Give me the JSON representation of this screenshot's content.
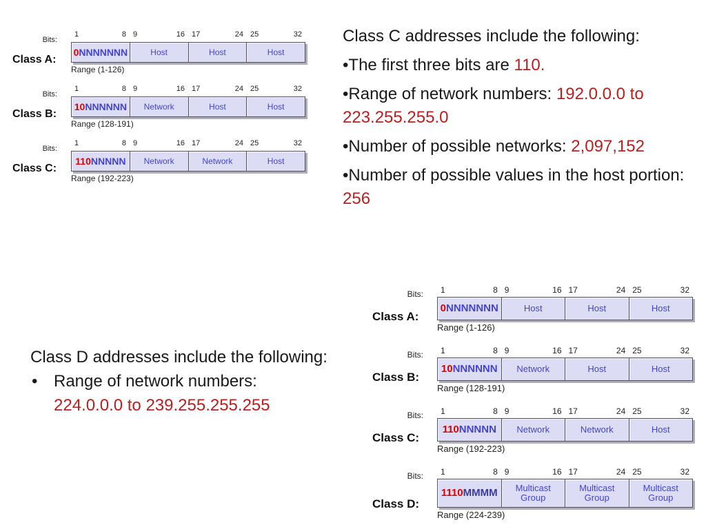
{
  "colors": {
    "red_text": "#bb1f1f",
    "black_text": "#1a1a1a",
    "diagram_red": "#e00000",
    "diagram_blue": "#4444cc",
    "multicast_letter_blue": "#3b3b99",
    "box_fill": "#dcdcf5",
    "box_border": "#50505e"
  },
  "text_blocks": {
    "class_c": {
      "paragraphs": [
        {
          "runs": [
            {
              "text": "Class C addresses include the following:",
              "color": "black"
            }
          ]
        },
        {
          "runs": [
            {
              "text": "•The first three bits are ",
              "color": "black"
            },
            {
              "text": "110.",
              "color": "red"
            }
          ]
        },
        {
          "runs": [
            {
              "text": "•Range of network numbers: ",
              "color": "black"
            },
            {
              "text": "192.0.0.0 to 223.255.255.0",
              "color": "red"
            }
          ]
        },
        {
          "runs": [
            {
              "text": "•Number of possible networks: ",
              "color": "black"
            },
            {
              "text": "2,097,152",
              "color": "red"
            }
          ]
        },
        {
          "runs": [
            {
              "text": "•Number of possible values in the host portion: ",
              "color": "black"
            },
            {
              "text": "256",
              "color": "red"
            }
          ]
        }
      ]
    },
    "class_d": {
      "intro": "Class D addresses include the following:",
      "bullet": "•",
      "bullet_runs": [
        {
          "text": "Range of network numbers: ",
          "color": "black"
        },
        {
          "text": "224.0.0.0 to 239.255.255.255",
          "color": "red"
        }
      ]
    }
  },
  "diagrams": [
    {
      "name": "ip-class-diagram-top-left",
      "size": "sm",
      "rows": [
        {
          "bits_label": "Bits:",
          "bit_numbers": [
            "1",
            "8",
            "9",
            "16",
            "17",
            "24",
            "25",
            "32"
          ],
          "class_label": "Class A:",
          "cells": [
            {
              "prefix": "0",
              "rest": "NNNNNNN"
            },
            {
              "label": "Host"
            },
            {
              "label": "Host"
            },
            {
              "label": "Host"
            }
          ],
          "range": "Range (1-126)"
        },
        {
          "bits_label": "Bits:",
          "bit_numbers": [
            "1",
            "8",
            "9",
            "16",
            "17",
            "24",
            "25",
            "32"
          ],
          "class_label": "Class B:",
          "cells": [
            {
              "prefix": "10",
              "rest": "NNNNNN"
            },
            {
              "label": "Network"
            },
            {
              "label": "Host"
            },
            {
              "label": "Host"
            }
          ],
          "range": "Range (128-191)"
        },
        {
          "bits_label": "Bits:",
          "bit_numbers": [
            "1",
            "8",
            "9",
            "16",
            "17",
            "24",
            "25",
            "32"
          ],
          "class_label": "Class C:",
          "cells": [
            {
              "prefix": "110",
              "rest": "NNNNN"
            },
            {
              "label": "Network"
            },
            {
              "label": "Network"
            },
            {
              "label": "Host"
            }
          ],
          "range": "Range (192-223)"
        }
      ]
    },
    {
      "name": "ip-class-diagram-bottom-right",
      "size": "lg",
      "rows": [
        {
          "bits_label": "Bits:",
          "bit_numbers": [
            "1",
            "8",
            "9",
            "16",
            "17",
            "24",
            "25",
            "32"
          ],
          "class_label": "Class A:",
          "cells": [
            {
              "prefix": "0",
              "rest": "NNNNNNN"
            },
            {
              "label": "Host"
            },
            {
              "label": "Host"
            },
            {
              "label": "Host"
            }
          ],
          "range": "Range (1-126)"
        },
        {
          "bits_label": "Bits:",
          "bit_numbers": [
            "1",
            "8",
            "9",
            "16",
            "17",
            "24",
            "25",
            "32"
          ],
          "class_label": "Class B:",
          "cells": [
            {
              "prefix": "10",
              "rest": "NNNNNN"
            },
            {
              "label": "Network"
            },
            {
              "label": "Host"
            },
            {
              "label": "Host"
            }
          ],
          "range": "Range (128-191)"
        },
        {
          "bits_label": "Bits:",
          "bit_numbers": [
            "1",
            "8",
            "9",
            "16",
            "17",
            "24",
            "25",
            "32"
          ],
          "class_label": "Class C:",
          "cells": [
            {
              "prefix": "110",
              "rest": "NNNNN"
            },
            {
              "label": "Network"
            },
            {
              "label": "Network"
            },
            {
              "label": "Host"
            }
          ],
          "range": "Range (192-223)"
        },
        {
          "bits_label": "Bits:",
          "bit_numbers": [
            "1",
            "8",
            "9",
            "16",
            "17",
            "24",
            "25",
            "32"
          ],
          "class_label": "Class D:",
          "tall": true,
          "cells": [
            {
              "prefix": "1110",
              "rest": "MMMM",
              "rest_color": "#3b3b99"
            },
            {
              "label": "Multicast\nGroup"
            },
            {
              "label": "Multicast\nGroup"
            },
            {
              "label": "Multicast\nGroup"
            }
          ],
          "range": "Range (224-239)"
        }
      ]
    }
  ]
}
